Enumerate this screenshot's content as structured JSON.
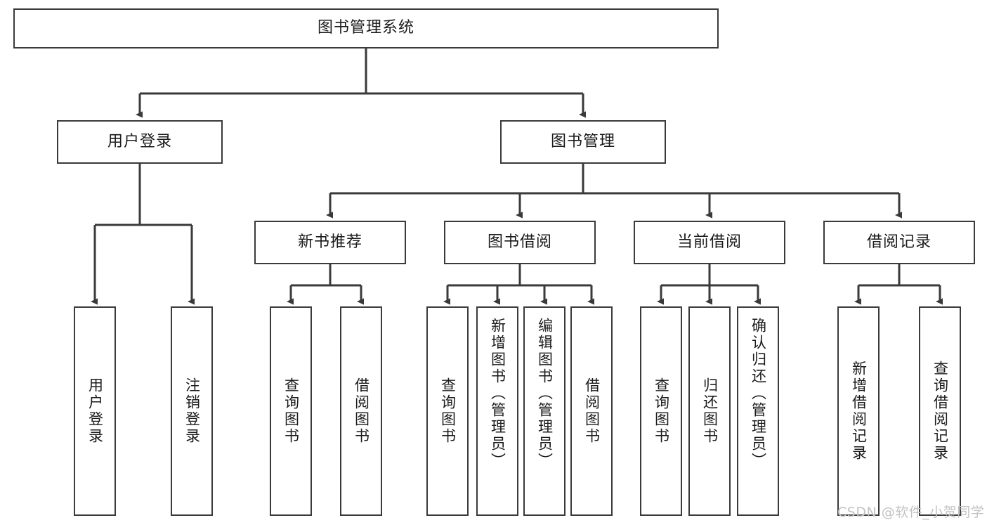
{
  "diagram": {
    "type": "tree-hierarchy-chart",
    "title": "图书管理系统",
    "root": {
      "id": "root",
      "label": "图书管理系统"
    },
    "level2": [
      {
        "id": "user-login",
        "label": "用户登录"
      },
      {
        "id": "book-manage",
        "label": "图书管理"
      }
    ],
    "level3": [
      {
        "id": "new-book-recommend",
        "label": "新书推荐",
        "parent": "book-manage"
      },
      {
        "id": "book-borrow",
        "label": "图书借阅",
        "parent": "book-manage"
      },
      {
        "id": "current-borrow",
        "label": "当前借阅",
        "parent": "book-manage"
      },
      {
        "id": "borrow-record",
        "label": "借阅记录",
        "parent": "book-manage"
      }
    ],
    "leaves": [
      {
        "id": "leaf-user-login",
        "label": "用户登录",
        "parent": "user-login",
        "align": "mid"
      },
      {
        "id": "leaf-logout-login",
        "label": "注销登录",
        "parent": "user-login",
        "align": "mid"
      },
      {
        "id": "leaf-query-book-1",
        "label": "查询图书",
        "parent": "new-book-recommend",
        "align": "mid"
      },
      {
        "id": "leaf-borrow-book-1",
        "label": "借阅图书",
        "parent": "new-book-recommend",
        "align": "mid"
      },
      {
        "id": "leaf-query-book-2",
        "label": "查询图书",
        "parent": "book-borrow",
        "align": "mid"
      },
      {
        "id": "leaf-add-book-admin",
        "label": "新增图书（管理员）",
        "parent": "book-borrow",
        "align": "top"
      },
      {
        "id": "leaf-edit-book-admin",
        "label": "编辑图书（管理员）",
        "parent": "book-borrow",
        "align": "top"
      },
      {
        "id": "leaf-borrow-book-2",
        "label": "借阅图书",
        "parent": "book-borrow",
        "align": "mid"
      },
      {
        "id": "leaf-query-book-3",
        "label": "查询图书",
        "parent": "current-borrow",
        "align": "mid"
      },
      {
        "id": "leaf-return-book",
        "label": "归还图书",
        "parent": "current-borrow",
        "align": "mid"
      },
      {
        "id": "leaf-confirm-return-admin",
        "label": "确认归还（管理员）",
        "parent": "current-borrow",
        "align": "top"
      },
      {
        "id": "leaf-add-borrow-record",
        "label": "新增借阅记录",
        "parent": "borrow-record",
        "align": "mid"
      },
      {
        "id": "leaf-query-borrow-record",
        "label": "查询借阅记录",
        "parent": "borrow-record",
        "align": "mid"
      }
    ],
    "colors": {
      "border": "#3a3a3a",
      "edge": "#3a3a3a",
      "text": "#1b1b1b",
      "background": "#ffffff",
      "watermark": "#c3c3c3"
    }
  },
  "watermark": {
    "text": "CSDN @软件_小贺同学"
  }
}
